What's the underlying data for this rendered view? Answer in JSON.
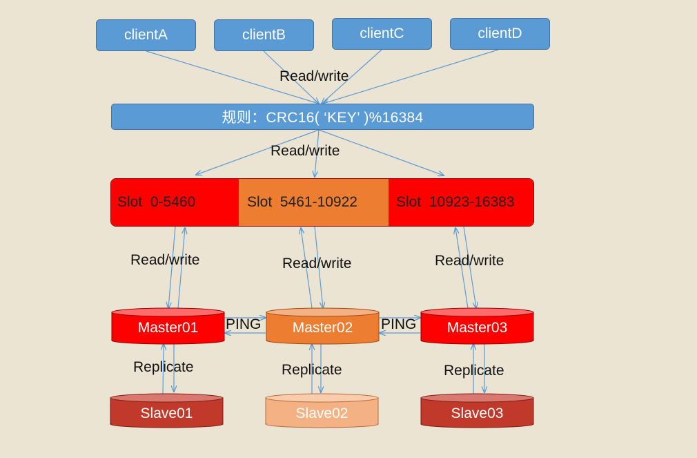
{
  "clients": [
    {
      "label": "clientA"
    },
    {
      "label": "clientB"
    },
    {
      "label": "clientC"
    },
    {
      "label": "clientD"
    }
  ],
  "rule": {
    "text": "规则：CRC16( ‘KEY’ )%16384"
  },
  "edge_labels": {
    "client_to_rule": "Read/write",
    "rule_to_slots": "Read/write",
    "slot1": "Read/write",
    "slot2": "Read/write",
    "slot3": "Read/write",
    "ping1": "PING",
    "ping2": "PING",
    "rep1": "Replicate",
    "rep2": "Replicate",
    "rep3": "Replicate"
  },
  "slots": [
    {
      "label": "Slot  0-5460",
      "color": "#ff0000"
    },
    {
      "label": "Slot  5461-10922",
      "color": "#ed7d31"
    },
    {
      "label": "Slot  10923-16383",
      "color": "#ff0000"
    }
  ],
  "masters": [
    {
      "label": "Master01",
      "color": "#ff0000"
    },
    {
      "label": "Master02",
      "color": "#ed7d31"
    },
    {
      "label": "Master03",
      "color": "#ff0000"
    }
  ],
  "slaves": [
    {
      "label": "Slave01",
      "color": "#c0392b"
    },
    {
      "label": "Slave02",
      "color": "#f4b183"
    },
    {
      "label": "Slave03",
      "color": "#c0392b"
    }
  ]
}
